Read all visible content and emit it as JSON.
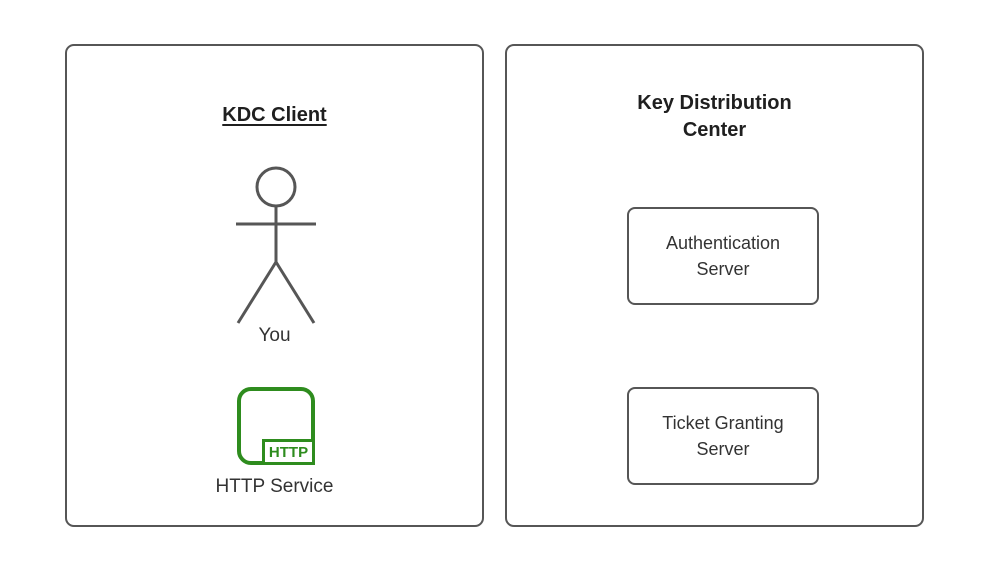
{
  "diagram": {
    "left_panel": {
      "title": "KDC Client",
      "actor": {
        "label": "You"
      },
      "http_service": {
        "label": "HTTP Service",
        "badge": "HTTP"
      }
    },
    "right_panel": {
      "title": "Key Distribution Center",
      "servers": [
        {
          "label": "Authentication Server"
        },
        {
          "label": "Ticket Granting Server"
        }
      ]
    }
  },
  "colors": {
    "panel_border": "#565656",
    "title_text": "#1f1f1f",
    "label_text": "#333333",
    "http_green": "#2e8c1e",
    "background": "#ffffff"
  }
}
